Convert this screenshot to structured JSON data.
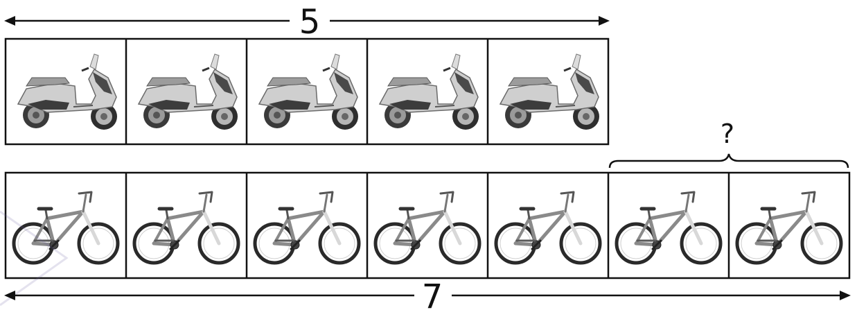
{
  "top_label": "5",
  "bottom_label": "7",
  "brace_label": "?",
  "scooter_row": {
    "count": 5,
    "item": "scooter"
  },
  "bicycle_row": {
    "count": 7,
    "item": "bicycle",
    "bracketed_count": 2
  },
  "colors": {
    "ink": "#111111",
    "scooter_body": "#c9c9c9",
    "bike_frame": "#8a8a8a"
  }
}
